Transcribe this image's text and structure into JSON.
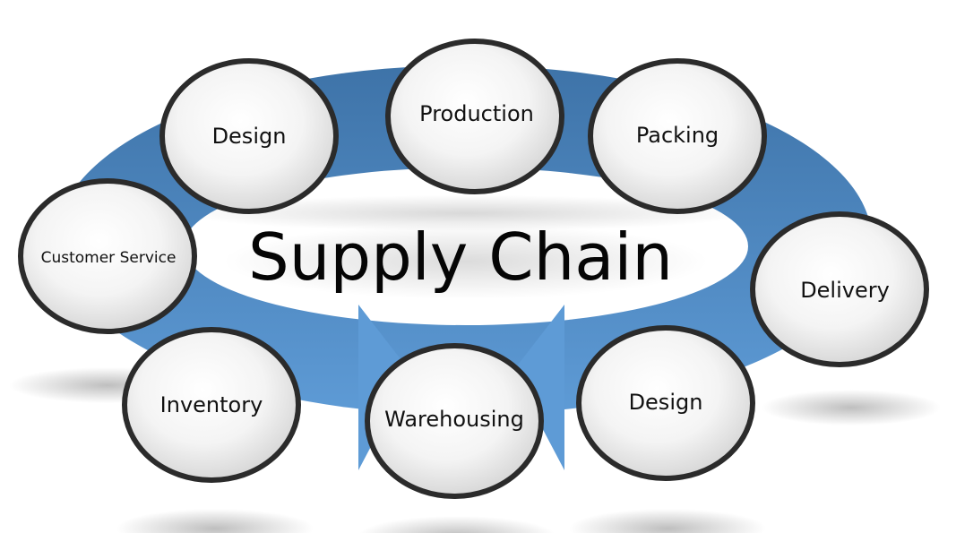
{
  "diagram": {
    "title": "Supply Chain",
    "nodes": [
      {
        "label": "Design"
      },
      {
        "label": "Production"
      },
      {
        "label": "Packing"
      },
      {
        "label": "Customer Service"
      },
      {
        "label": "Delivery"
      },
      {
        "label": "Inventory"
      },
      {
        "label": "Warehousing"
      },
      {
        "label": "Design"
      }
    ]
  },
  "colors": {
    "ring_dark": "#3E73A8",
    "ring_light": "#5E9BD6",
    "node_border": "#2B2B2B",
    "node_fill_center": "#FFFFFF",
    "node_fill_edge": "#D2D2D2",
    "text": "#111111"
  }
}
